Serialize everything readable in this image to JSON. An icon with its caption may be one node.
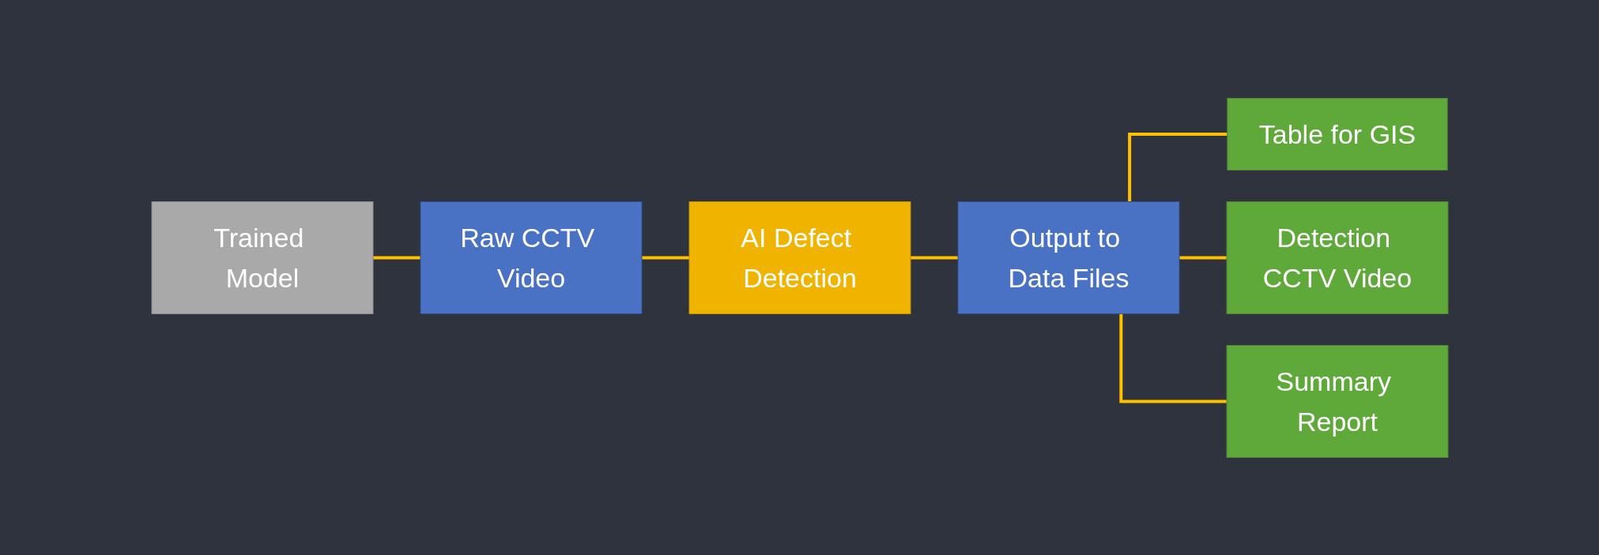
{
  "diagram": {
    "nodes": [
      {
        "text": [
          "Trained Model"
        ]
      },
      {
        "text": [
          "Raw CCTV Video"
        ]
      },
      {
        "text": [
          "AI Defect Detection"
        ]
      },
      {
        "text": [
          "Output to Data Files"
        ]
      },
      {
        "text": [
          "Table for GIS"
        ]
      },
      {
        "text": [
          "Detection CCTV Video"
        ]
      },
      {
        "text": [
          "Summary Report"
        ]
      }
    ],
    "edges": [
      {
        "from": 0,
        "to": 1,
        "arrow": "none"
      },
      {
        "from": 1,
        "to": 2,
        "arrow": "none"
      },
      {
        "from": 2,
        "to": 3,
        "arrow": "none"
      },
      {
        "from": 3,
        "to": 4,
        "arrow": "none"
      },
      {
        "from": 3,
        "to": 5,
        "arrow": "none"
      },
      {
        "from": 3,
        "to": 6,
        "arrow": "none"
      }
    ]
  }
}
